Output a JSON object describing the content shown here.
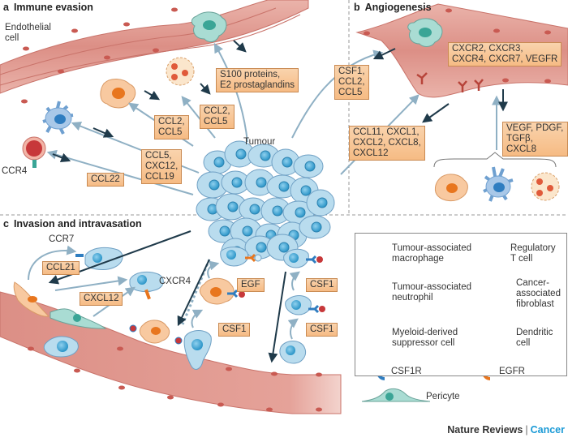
{
  "panels": {
    "a": {
      "letter": "a",
      "title": "Immune evasion"
    },
    "b": {
      "letter": "b",
      "title": "Angiogenesis"
    },
    "c": {
      "letter": "c",
      "title": "Invasion and intravasation"
    }
  },
  "annotations": {
    "endothelial_cell": "Endothelial\ncell",
    "tumour": "Tumour",
    "ccr4": "CCR4",
    "ccr7": "CCR7",
    "cxcr4": "CXCR4"
  },
  "labels": {
    "s100": "S100 proteins,\nE2 prostaglandins",
    "ccl2_ccl5_neutrophil": "CCL2,\nCCL5",
    "ccl2_ccl5_macrophage": "CCL2,\nCCL5",
    "ccl5_cxc12_ccl19": "CCL5,\nCXC12,\nCCL19",
    "ccl22": "CCL22",
    "csf1_ccl2_ccl5": "CSF1,\nCCL2,\nCCL5",
    "cxcr_vegfr": "CXCR2, CXCR3,\nCXCR4, CXCR7, VEGFR",
    "ccl11_cxcl": "CCL11, CXCL1,\nCXCL2, CXCL8,\nCXCL12",
    "vegf_pdgf": "VEGF, PDGF,\nTGFβ, CXCL8",
    "ccl21": "CCL21",
    "cxcl12": "CXCL12",
    "egf": "EGF",
    "csf1_macrophage": "CSF1",
    "csf1_upper": "CSF1",
    "csf1_lower": "CSF1"
  },
  "legend": {
    "items": [
      {
        "icon": "tumour-associated-macrophage",
        "label": "Tumour-associated\nmacrophage"
      },
      {
        "icon": "regulatory-t-cell",
        "label": "Regulatory\nT cell"
      },
      {
        "icon": "tumour-associated-neutrophil",
        "label": "Tumour-associated\nneutrophil"
      },
      {
        "icon": "cancer-associated-fibroblast",
        "label": "Cancer-\nassociated\nfibroblast"
      },
      {
        "icon": "myeloid-derived-suppressor-cell",
        "label": "Myeloid-derived\nsuppressor cell"
      },
      {
        "icon": "dendritic-cell",
        "label": "Dendritic\ncell"
      },
      {
        "icon": "csf1r-receptor",
        "label": "CSF1R"
      },
      {
        "icon": "egfr-receptor",
        "label": "EGFR"
      },
      {
        "icon": "pericyte",
        "label": "Pericyte"
      }
    ]
  },
  "footer": {
    "journal": "Nature Reviews",
    "separator": "|",
    "section": "Cancer"
  },
  "colors": {
    "vessel": "#e6a49a",
    "vessel_dark": "#c9736a",
    "tumour_cell": "#b9dcee",
    "tumour_nucleus": "#3fa9d6",
    "label_fill": "#f7c495",
    "label_border": "#c98a52",
    "arrow_light": "#8fb0c4",
    "arrow_dark": "#1f3a4a",
    "macrophage": "#f8c9a0",
    "mdsc": "#a9dcd3",
    "dendritic": "#a9c8e8",
    "brand": "#1a9ad6"
  }
}
